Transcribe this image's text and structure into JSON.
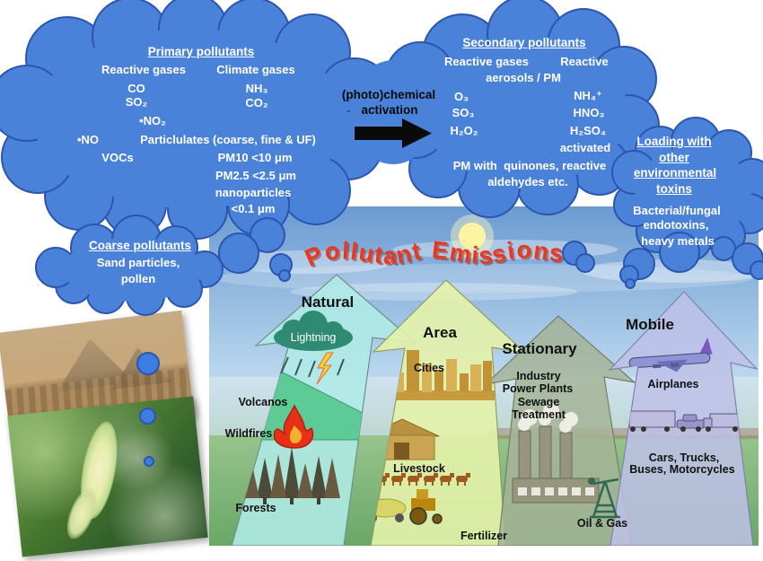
{
  "clouds": {
    "primary": {
      "title": "Primary pollutants",
      "left_header": "Reactive gases",
      "right_header": "Climate gases",
      "rows_left": [
        "CO",
        "SO₂",
        "•NO₂"
      ],
      "rows_right": [
        "NH₃",
        "CO₂"
      ],
      "no_radical": "•NO",
      "particulates": "Particlulates (coarse, fine & UF)",
      "vocs": "VOCs",
      "pm10": "PM10 <10 μm",
      "pm25": "PM2.5 <2.5 μm",
      "nano": "nanoparticles",
      "nano_size": "<0.1 μm"
    },
    "secondary": {
      "title": "Secondary pollutants",
      "left_header": "Reactive gases",
      "right_header": "Reactive",
      "right_header2": "aerosols / PM",
      "rows_left": [
        "O₃",
        "SO₃",
        "H₂O₂"
      ],
      "rows_right": [
        "NH₄⁺",
        "HNO₃",
        "H₂SO₄"
      ],
      "activated": "activated",
      "pm_line1": "PM with  quinones, reactive",
      "pm_line2": "aldehydes etc."
    },
    "loading": {
      "title_lines": [
        "Loading with",
        "other",
        "environmental",
        "toxins"
      ],
      "body_lines": [
        "Bacterial/fungal",
        "endotoxins,",
        "heavy metals"
      ]
    },
    "coarse": {
      "title": "Coarse pollutants",
      "body_lines": [
        "Sand particles,",
        "pollen"
      ]
    }
  },
  "activation": {
    "line1": "(photo)chemical",
    "line2": "activation"
  },
  "illustration": {
    "title": "Pollutant Emissions",
    "natural": {
      "label": "Natural",
      "cloud": "Lightning",
      "volcanos": "Volcanos",
      "wildfires": "Wildfires",
      "forests": "Forests"
    },
    "area": {
      "label": "Area",
      "cities": "Cities",
      "livestock": "Livestock",
      "fertilizer": "Fertilizer"
    },
    "stationary": {
      "label": "Stationary",
      "lines": [
        "Industry",
        "Power Plants",
        "Sewage",
        "Treatment"
      ],
      "oilgas": "Oil & Gas"
    },
    "mobile": {
      "label": "Mobile",
      "airplanes": "Airplanes",
      "vehicles1": "Cars, Trucks,",
      "vehicles2": "Buses, Motorcycles"
    }
  },
  "colors": {
    "cloud_fill": "#4a82da",
    "cloud_stroke": "#2b55ae",
    "title_red": "#e8391f"
  }
}
